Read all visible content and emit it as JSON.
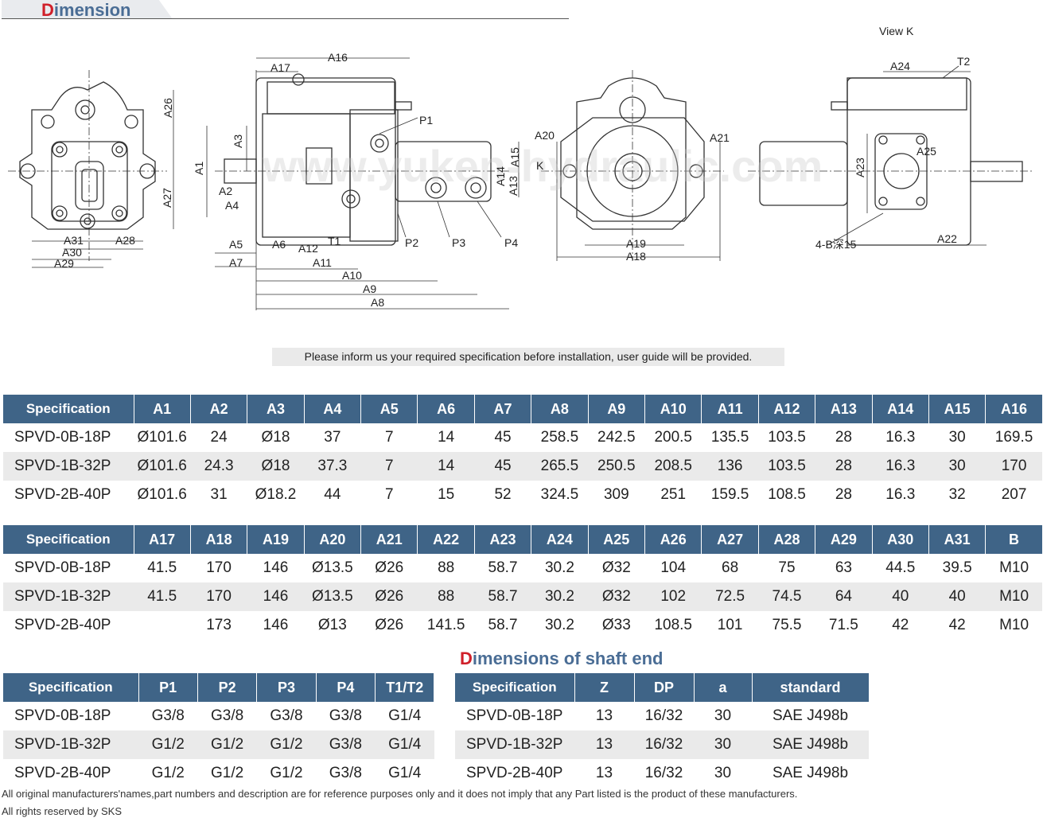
{
  "header": {
    "title_first_letter": "D",
    "title_rest": "imension"
  },
  "drawing": {
    "view_k": "View K",
    "labels": [
      "A16",
      "A17",
      "A26",
      "A3",
      "A1",
      "A27",
      "A2",
      "A4",
      "A5",
      "A6",
      "A12",
      "T1",
      "A7",
      "A11",
      "A10",
      "A9",
      "A8",
      "A31",
      "A28",
      "A30",
      "A29",
      "P1",
      "P2",
      "P3",
      "P4",
      "A14",
      "A15",
      "A13",
      "A20",
      "K",
      "A21",
      "A19",
      "A18",
      "A24",
      "T2",
      "A25",
      "A23",
      "4-B深15",
      "A22"
    ]
  },
  "notice": "Please inform us your required specification before installation, user guide will be provided.",
  "table1": {
    "headers": [
      "Specification",
      "A1",
      "A2",
      "A3",
      "A4",
      "A5",
      "A6",
      "A7",
      "A8",
      "A9",
      "A10",
      "A11",
      "A12",
      "A13",
      "A14",
      "A15",
      "A16"
    ],
    "rows": [
      [
        "SPVD-0B-18P",
        "Ø101.6",
        "24",
        "Ø18",
        "37",
        "7",
        "14",
        "45",
        "258.5",
        "242.5",
        "200.5",
        "135.5",
        "103.5",
        "28",
        "16.3",
        "30",
        "169.5"
      ],
      [
        "SPVD-1B-32P",
        "Ø101.6",
        "24.3",
        "Ø18",
        "37.3",
        "7",
        "14",
        "45",
        "265.5",
        "250.5",
        "208.5",
        "136",
        "103.5",
        "28",
        "16.3",
        "30",
        "170"
      ],
      [
        "SPVD-2B-40P",
        "Ø101.6",
        "31",
        "Ø18.2",
        "44",
        "7",
        "15",
        "52",
        "324.5",
        "309",
        "251",
        "159.5",
        "108.5",
        "28",
        "16.3",
        "32",
        "207"
      ]
    ]
  },
  "table2": {
    "headers": [
      "Specification",
      "A17",
      "A18",
      "A19",
      "A20",
      "A21",
      "A22",
      "A23",
      "A24",
      "A25",
      "A26",
      "A27",
      "A28",
      "A29",
      "A30",
      "A31",
      "B"
    ],
    "rows": [
      [
        "SPVD-0B-18P",
        "41.5",
        "170",
        "146",
        "Ø13.5",
        "Ø26",
        "88",
        "58.7",
        "30.2",
        "Ø32",
        "104",
        "68",
        "75",
        "63",
        "44.5",
        "39.5",
        "M10"
      ],
      [
        "SPVD-1B-32P",
        "41.5",
        "170",
        "146",
        "Ø13.5",
        "Ø26",
        "88",
        "58.7",
        "30.2",
        "Ø32",
        "102",
        "72.5",
        "74.5",
        "64",
        "40",
        "40",
        "M10"
      ],
      [
        "SPVD-2B-40P",
        "",
        "173",
        "146",
        "Ø13",
        "Ø26",
        "141.5",
        "58.7",
        "30.2",
        "Ø33",
        "108.5",
        "101",
        "75.5",
        "71.5",
        "42",
        "42",
        "M10"
      ]
    ]
  },
  "shaft_title": {
    "first_letter": "D",
    "rest": "imensions of shaft end"
  },
  "table3": {
    "headers": [
      "Specification",
      "P1",
      "P2",
      "P3",
      "P4",
      "T1/T2"
    ],
    "rows": [
      [
        "SPVD-0B-18P",
        "G3/8",
        "G3/8",
        "G3/8",
        "G3/8",
        "G1/4"
      ],
      [
        "SPVD-1B-32P",
        "G1/2",
        "G1/2",
        "G1/2",
        "G3/8",
        "G1/4"
      ],
      [
        "SPVD-2B-40P",
        "G1/2",
        "G1/2",
        "G1/2",
        "G3/8",
        "G1/4"
      ]
    ]
  },
  "table4": {
    "headers": [
      "Specification",
      "Z",
      "DP",
      "a",
      "standard"
    ],
    "rows": [
      [
        "SPVD-0B-18P",
        "13",
        "16/32",
        "30",
        "SAE J498b"
      ],
      [
        "SPVD-1B-32P",
        "13",
        "16/32",
        "30",
        "SAE J498b"
      ],
      [
        "SPVD-2B-40P",
        "13",
        "16/32",
        "30",
        "SAE J498b"
      ]
    ]
  },
  "footer": {
    "disclaimer": "All original manufacturers'names,part numbers and description are for reference purposes only and it does not imply that any Part listed is the product of these manufacturers.",
    "rights": "All rights reserved by SKS"
  }
}
